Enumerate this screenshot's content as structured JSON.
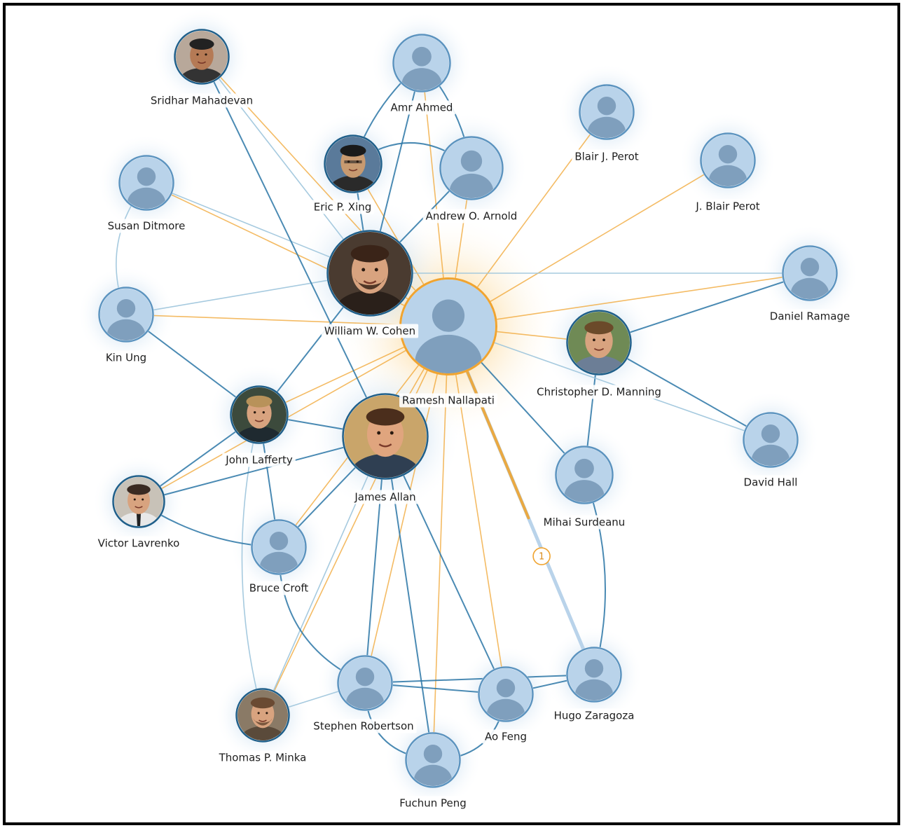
{
  "colors": {
    "edge_blue": "#2a76a6",
    "edge_light": "#9cc4dc",
    "edge_orange": "#f0a430",
    "node_fill": "#b9d3ea",
    "node_ring": "#5b93bf",
    "silhouette": "#7f9fbd",
    "focus_ring": "#f0a430"
  },
  "focus_node": "ramesh-nallapati",
  "nodes": [
    {
      "id": "ramesh-nallapati",
      "label": "Ramesh Nallapati",
      "kind": "placeholder",
      "focus": true
    },
    {
      "id": "william-w-cohen",
      "label": "William W. Cohen",
      "kind": "photo",
      "photo_icon": "bearded-man-photo"
    },
    {
      "id": "james-allan",
      "label": "James Allan",
      "kind": "photo",
      "photo_icon": "smiling-man-photo"
    },
    {
      "id": "john-lafferty",
      "label": "John Lafferty",
      "kind": "photo",
      "photo_icon": "young-man-photo"
    },
    {
      "id": "christopher-d-manning",
      "label": "Christopher D. Manning",
      "kind": "photo",
      "photo_icon": "man-outdoors-photo"
    },
    {
      "id": "eric-p-xing",
      "label": "Eric P. Xing",
      "kind": "photo",
      "photo_icon": "man-glasses-photo"
    },
    {
      "id": "sridhar-mahadevan",
      "label": "Sridhar Mahadevan",
      "kind": "photo",
      "photo_icon": "man-portrait-photo"
    },
    {
      "id": "victor-lavrenko",
      "label": "Victor Lavrenko",
      "kind": "photo",
      "photo_icon": "man-tie-photo"
    },
    {
      "id": "thomas-p-minka",
      "label": "Thomas P. Minka",
      "kind": "photo",
      "photo_icon": "man-beard-photo"
    },
    {
      "id": "amr-ahmed",
      "label": "Amr Ahmed",
      "kind": "placeholder"
    },
    {
      "id": "andrew-o-arnold",
      "label": "Andrew O. Arnold",
      "kind": "placeholder"
    },
    {
      "id": "blair-j-perot",
      "label": "Blair J. Perot",
      "kind": "placeholder"
    },
    {
      "id": "j-blair-perot",
      "label": "J. Blair Perot",
      "kind": "placeholder"
    },
    {
      "id": "susan-ditmore",
      "label": "Susan Ditmore",
      "kind": "placeholder"
    },
    {
      "id": "kin-ung",
      "label": "Kin Ung",
      "kind": "placeholder"
    },
    {
      "id": "daniel-ramage",
      "label": "Daniel Ramage",
      "kind": "placeholder"
    },
    {
      "id": "david-hall",
      "label": "David Hall",
      "kind": "placeholder"
    },
    {
      "id": "mihai-surdeanu",
      "label": "Mihai Surdeanu",
      "kind": "placeholder"
    },
    {
      "id": "bruce-croft",
      "label": "Bruce Croft",
      "kind": "placeholder"
    },
    {
      "id": "stephen-robertson",
      "label": "Stephen Robertson",
      "kind": "placeholder"
    },
    {
      "id": "ao-feng",
      "label": "Ao Feng",
      "kind": "placeholder"
    },
    {
      "id": "hugo-zaragoza",
      "label": "Hugo Zaragoza",
      "kind": "placeholder"
    },
    {
      "id": "fuchun-peng",
      "label": "Fuchun Peng",
      "kind": "placeholder"
    }
  ],
  "edges": [
    {
      "from": "ramesh-nallapati",
      "to": "william-w-cohen",
      "tone": "orange"
    },
    {
      "from": "ramesh-nallapati",
      "to": "james-allan",
      "tone": "orange"
    },
    {
      "from": "ramesh-nallapati",
      "to": "john-lafferty",
      "tone": "orange"
    },
    {
      "from": "ramesh-nallapati",
      "to": "christopher-d-manning",
      "tone": "orange"
    },
    {
      "from": "ramesh-nallapati",
      "to": "eric-p-xing",
      "tone": "orange"
    },
    {
      "from": "ramesh-nallapati",
      "to": "amr-ahmed",
      "tone": "orange"
    },
    {
      "from": "ramesh-nallapati",
      "to": "andrew-o-arnold",
      "tone": "orange"
    },
    {
      "from": "ramesh-nallapati",
      "to": "blair-j-perot",
      "tone": "orange"
    },
    {
      "from": "ramesh-nallapati",
      "to": "j-blair-perot",
      "tone": "orange"
    },
    {
      "from": "ramesh-nallapati",
      "to": "sridhar-mahadevan",
      "tone": "orange"
    },
    {
      "from": "ramesh-nallapati",
      "to": "susan-ditmore",
      "tone": "orange"
    },
    {
      "from": "ramesh-nallapati",
      "to": "kin-ung",
      "tone": "orange"
    },
    {
      "from": "ramesh-nallapati",
      "to": "daniel-ramage",
      "tone": "orange"
    },
    {
      "from": "ramesh-nallapati",
      "to": "mihai-surdeanu",
      "tone": "blue"
    },
    {
      "from": "ramesh-nallapati",
      "to": "victor-lavrenko",
      "tone": "orange"
    },
    {
      "from": "ramesh-nallapati",
      "to": "bruce-croft",
      "tone": "orange"
    },
    {
      "from": "ramesh-nallapati",
      "to": "stephen-robertson",
      "tone": "orange"
    },
    {
      "from": "ramesh-nallapati",
      "to": "ao-feng",
      "tone": "orange"
    },
    {
      "from": "ramesh-nallapati",
      "to": "fuchun-peng",
      "tone": "orange"
    },
    {
      "from": "ramesh-nallapati",
      "to": "thomas-p-minka",
      "tone": "orange"
    },
    {
      "from": "ramesh-nallapati",
      "to": "hugo-zaragoza",
      "tone": "highlight"
    },
    {
      "from": "william-w-cohen",
      "to": "eric-p-xing",
      "tone": "blue"
    },
    {
      "from": "william-w-cohen",
      "to": "amr-ahmed",
      "tone": "blue"
    },
    {
      "from": "william-w-cohen",
      "to": "andrew-o-arnold",
      "tone": "blue"
    },
    {
      "from": "william-w-cohen",
      "to": "john-lafferty",
      "tone": "blue"
    },
    {
      "from": "william-w-cohen",
      "to": "sridhar-mahadevan",
      "tone": "light"
    },
    {
      "from": "william-w-cohen",
      "to": "susan-ditmore",
      "tone": "light"
    },
    {
      "from": "william-w-cohen",
      "to": "kin-ung",
      "tone": "light"
    },
    {
      "from": "eric-p-xing",
      "to": "amr-ahmed",
      "tone": "blue"
    },
    {
      "from": "eric-p-xing",
      "to": "andrew-o-arnold",
      "tone": "blue"
    },
    {
      "from": "amr-ahmed",
      "to": "andrew-o-arnold",
      "tone": "blue"
    },
    {
      "from": "sridhar-mahadevan",
      "to": "james-allan",
      "tone": "blue"
    },
    {
      "from": "susan-ditmore",
      "to": "kin-ung",
      "tone": "light"
    },
    {
      "from": "kin-ung",
      "to": "john-lafferty",
      "tone": "blue"
    },
    {
      "from": "john-lafferty",
      "to": "james-allan",
      "tone": "blue"
    },
    {
      "from": "john-lafferty",
      "to": "victor-lavrenko",
      "tone": "blue"
    },
    {
      "from": "john-lafferty",
      "to": "bruce-croft",
      "tone": "blue"
    },
    {
      "from": "john-lafferty",
      "to": "thomas-p-minka",
      "tone": "light"
    },
    {
      "from": "james-allan",
      "to": "victor-lavrenko",
      "tone": "blue"
    },
    {
      "from": "james-allan",
      "to": "bruce-croft",
      "tone": "blue"
    },
    {
      "from": "james-allan",
      "to": "stephen-robertson",
      "tone": "blue"
    },
    {
      "from": "james-allan",
      "to": "ao-feng",
      "tone": "blue"
    },
    {
      "from": "james-allan",
      "to": "fuchun-peng",
      "tone": "blue"
    },
    {
      "from": "james-allan",
      "to": "thomas-p-minka",
      "tone": "light"
    },
    {
      "from": "victor-lavrenko",
      "to": "bruce-croft",
      "tone": "blue"
    },
    {
      "from": "bruce-croft",
      "to": "stephen-robertson",
      "tone": "blue"
    },
    {
      "from": "stephen-robertson",
      "to": "thomas-p-minka",
      "tone": "light"
    },
    {
      "from": "stephen-robertson",
      "to": "ao-feng",
      "tone": "blue"
    },
    {
      "from": "stephen-robertson",
      "to": "fuchun-peng",
      "tone": "blue"
    },
    {
      "from": "stephen-robertson",
      "to": "hugo-zaragoza",
      "tone": "blue"
    },
    {
      "from": "ao-feng",
      "to": "fuchun-peng",
      "tone": "blue"
    },
    {
      "from": "ao-feng",
      "to": "hugo-zaragoza",
      "tone": "blue"
    },
    {
      "from": "christopher-d-manning",
      "to": "daniel-ramage",
      "tone": "blue"
    },
    {
      "from": "christopher-d-manning",
      "to": "david-hall",
      "tone": "blue"
    },
    {
      "from": "christopher-d-manning",
      "to": "mihai-surdeanu",
      "tone": "blue"
    },
    {
      "from": "daniel-ramage",
      "to": "william-w-cohen",
      "tone": "light"
    },
    {
      "from": "david-hall",
      "to": "ramesh-nallapati",
      "tone": "light"
    },
    {
      "from": "mihai-surdeanu",
      "to": "hugo-zaragoza",
      "tone": "blue"
    }
  ],
  "highlight_badge": {
    "text": "1",
    "edge": "ramesh-nallapati->hugo-zaragoza"
  }
}
